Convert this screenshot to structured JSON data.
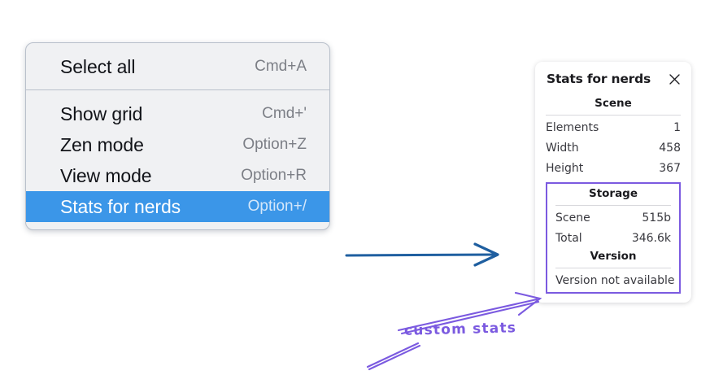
{
  "context_menu": {
    "name": "canvas-context-menu",
    "groups": [
      {
        "items": [
          {
            "label": "Select all",
            "shortcut": "Cmd+A",
            "selected": false
          }
        ]
      },
      {
        "items": [
          {
            "label": "Show grid",
            "shortcut": "Cmd+'",
            "selected": false
          },
          {
            "label": "Zen mode",
            "shortcut": "Option+Z",
            "selected": false
          },
          {
            "label": "View mode",
            "shortcut": "Option+R",
            "selected": false
          },
          {
            "label": "Stats for nerds",
            "shortcut": "Option+/",
            "selected": true
          }
        ]
      }
    ],
    "selected_highlight_color": "#3b96e8"
  },
  "stats_panel": {
    "title": "Stats for nerds",
    "close_icon": "close-icon",
    "sections": [
      {
        "heading": "Scene",
        "rows": [
          {
            "key": "Elements",
            "value": "1"
          },
          {
            "key": "Width",
            "value": "458"
          },
          {
            "key": "Height",
            "value": "367"
          }
        ]
      },
      {
        "heading": "Storage",
        "rows": [
          {
            "key": "Scene",
            "value": "515b"
          },
          {
            "key": "Total",
            "value": "346.6k"
          }
        ]
      },
      {
        "heading": "Version",
        "full_row": "Version not available"
      }
    ],
    "highlight_color": "#7b5ae0"
  },
  "annotations": {
    "flow_arrow_color": "#1f5fa0",
    "callout_text": "custom stats",
    "callout_color": "#7b5ae0"
  }
}
